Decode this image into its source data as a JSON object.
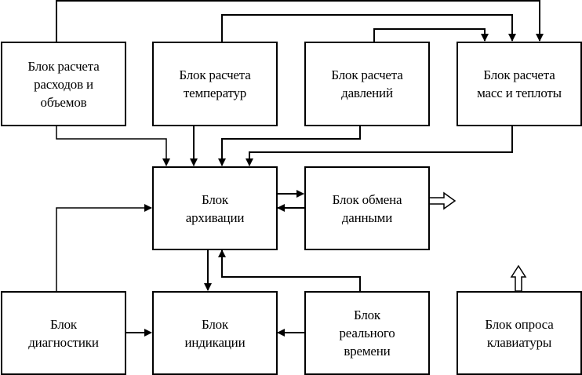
{
  "diagram": {
    "blocks": {
      "flow_volume": "Блок расчета\nрасходов и\nобъемов",
      "temperature": "Блок расчета\nтемператур",
      "pressure": "Блок расчета\nдавлений",
      "mass_heat": "Блок расчета\nмасс и теплоты",
      "archive": "Блок\nархивации",
      "data_exchange": "Блок обмена\nданными",
      "diagnostics": "Блок\nдиагностики",
      "indication": "Блок\nиндикации",
      "real_time": "Блок\nреального\nвремени",
      "keyboard_poll": "Блок опроса\nклавиатуры"
    },
    "connections": [
      {
        "from": "flow_volume",
        "to": "mass_heat"
      },
      {
        "from": "temperature",
        "to": "mass_heat"
      },
      {
        "from": "pressure",
        "to": "mass_heat"
      },
      {
        "from": "flow_volume",
        "to": "archive"
      },
      {
        "from": "temperature",
        "to": "archive"
      },
      {
        "from": "pressure",
        "to": "archive"
      },
      {
        "from": "mass_heat",
        "to": "archive"
      },
      {
        "from": "archive",
        "to": "data_exchange"
      },
      {
        "from": "data_exchange",
        "to": "archive"
      },
      {
        "from": "data_exchange",
        "to": "external",
        "style": "hollow"
      },
      {
        "from": "diagnostics",
        "to": "archive"
      },
      {
        "from": "diagnostics",
        "to": "indication"
      },
      {
        "from": "archive",
        "to": "indication"
      },
      {
        "from": "real_time",
        "to": "archive"
      },
      {
        "from": "real_time",
        "to": "indication"
      },
      {
        "from": "keyboard_poll",
        "to": "external",
        "style": "hollow"
      }
    ]
  }
}
